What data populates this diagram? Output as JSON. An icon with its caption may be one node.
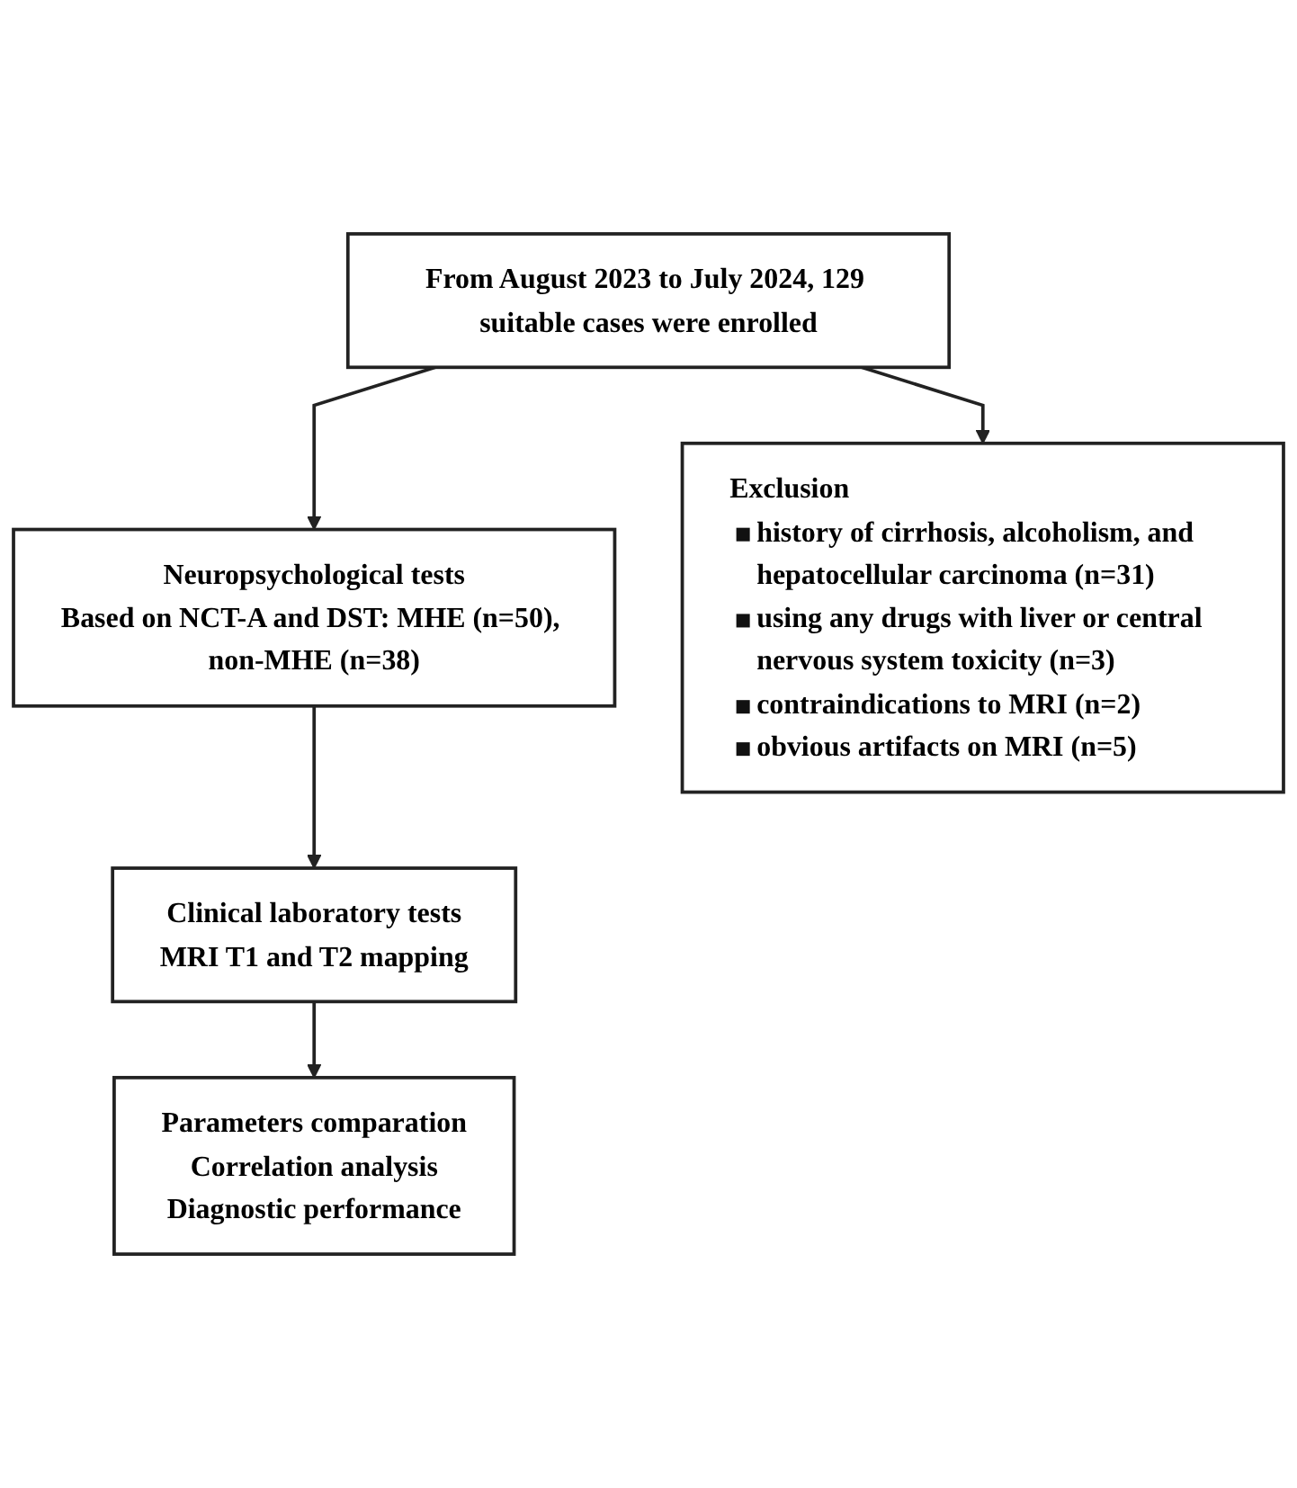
{
  "diagram": {
    "nodes": [
      {
        "text": [
          "From August 2023 to July 2024, 129 suitable cases were enrolled"
        ]
      },
      {
        "text": [
          "Exclusion",
          "history of cirrhosis, alcoholism, and hepatocellular carcinoma (n=31)",
          "using any drugs with liver or central nervous system toxicity (n=3)",
          "contraindications to MRI (n=2)",
          "obvious artifacts on MRI (n=5)"
        ]
      },
      {
        "text": [
          "Neuropsychological tests",
          "Based on NCT-A and DST: MHE (n=50), non-MHE (n=38)"
        ]
      },
      {
        "text": [
          "Clinical laboratory tests",
          "MRI T1 and T2 mapping"
        ]
      },
      {
        "text": [
          "Parameters comparation",
          "Correlation analysis",
          "Diagnostic performance"
        ]
      }
    ],
    "edges": [
      {
        "from": 0,
        "to": 1,
        "arrow": "to"
      },
      {
        "from": 0,
        "to": 2,
        "arrow": "to"
      },
      {
        "from": 2,
        "to": 3,
        "arrow": "to"
      },
      {
        "from": 3,
        "to": 4,
        "arrow": "to"
      }
    ]
  }
}
